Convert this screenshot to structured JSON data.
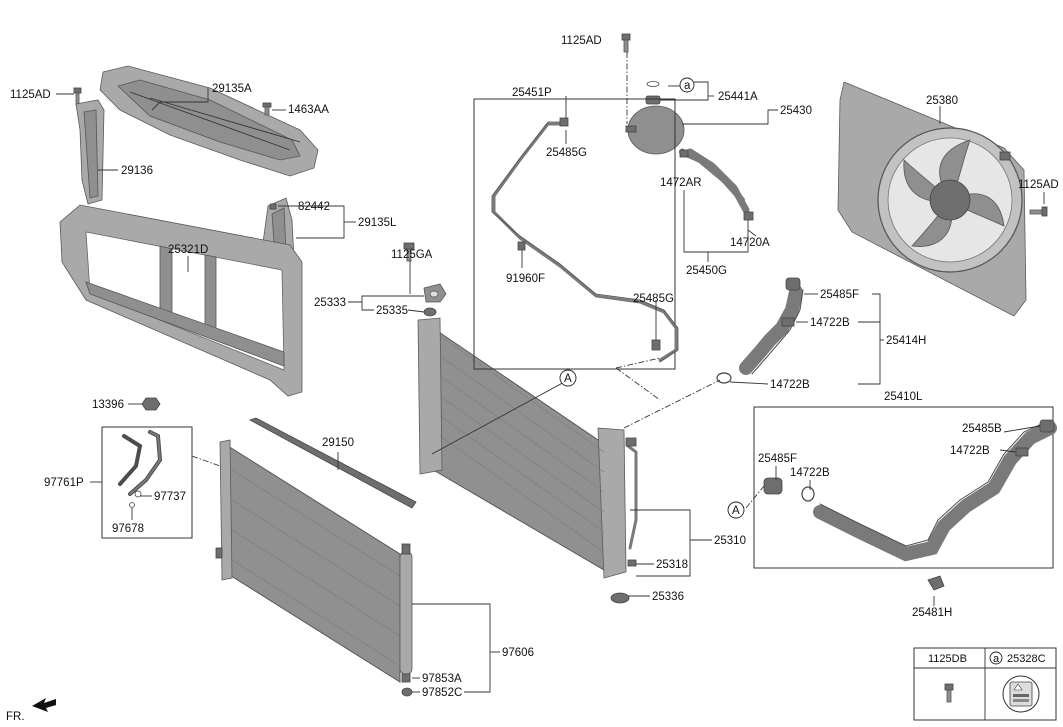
{
  "labels": {
    "p1125AD_top": "1125AD",
    "p1125AD_left": "1125AD",
    "p1125AD_right": "1125AD",
    "p29135A": "29135A",
    "p1463AA": "1463AA",
    "p29136": "29136",
    "p82442": "82442",
    "p29135L": "29135L",
    "p25321D": "25321D",
    "p1125GA": "1125GA",
    "p25333": "25333",
    "p25335": "25335",
    "p25451P": "25451P",
    "p25485G_a": "25485G",
    "p25485G_b": "25485G",
    "p91960F": "91960F",
    "pa_circle": "a",
    "p25441A": "25441A",
    "p25430": "25430",
    "p1472AR": "1472AR",
    "p14720A": "14720A",
    "p25450G": "25450G",
    "p25380": "25380",
    "p25485F_a": "25485F",
    "p14722B_a": "14722B",
    "p25414H": "25414H",
    "p14722B_b": "14722B",
    "pA_upper": "A",
    "p25410L": "25410L",
    "p25485B": "25485B",
    "p14722B_c": "14722B",
    "p25485F_b": "25485F",
    "p14722B_d": "14722B",
    "pA_lower": "A",
    "p25481H": "25481H",
    "p13396": "13396",
    "p97761P": "97761P",
    "p97737": "97737",
    "p97678": "97678",
    "p29150": "29150",
    "p25310": "25310",
    "p25318": "25318",
    "p25336": "25336",
    "p97606": "97606",
    "p97853A": "97853A",
    "p97852C": "97852C",
    "fr": "FR."
  },
  "legend": {
    "col1": "1125DB",
    "col2_circle": "a",
    "col2": "25328C"
  }
}
